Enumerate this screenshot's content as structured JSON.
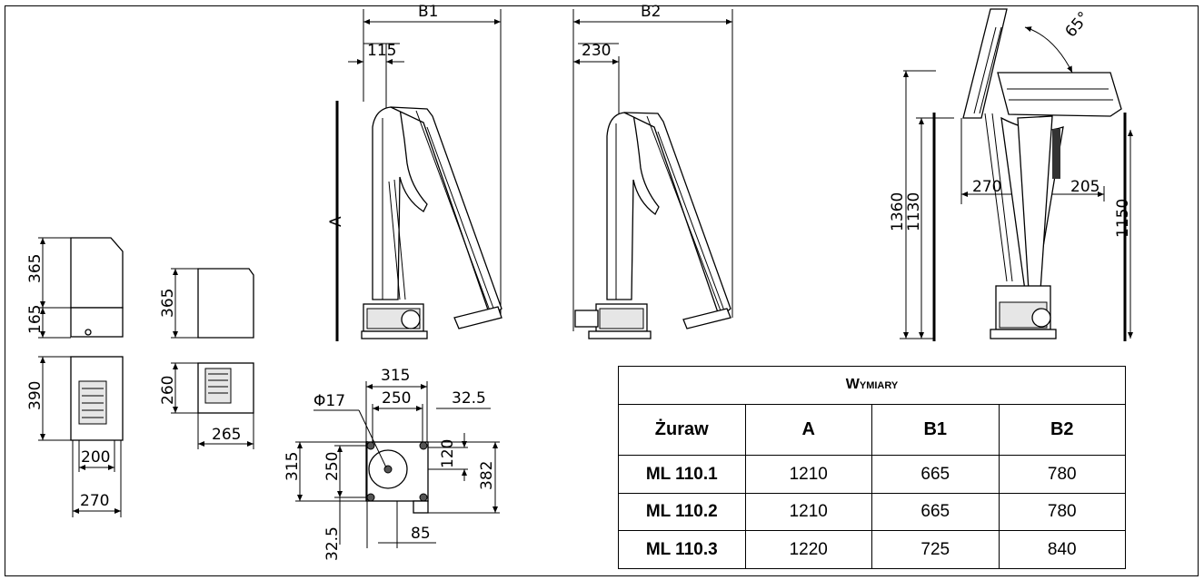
{
  "labels": {
    "b1": "B1",
    "b2": "B2",
    "a": "A",
    "d115": "115",
    "d230": "230",
    "angle": "65°",
    "d1360": "1360",
    "d1130": "1130",
    "d270_side": "270",
    "d205": "205",
    "d1150": "1150",
    "box1_365": "365",
    "box1_165": "165",
    "box1_390": "390",
    "box1_200": "200",
    "box1_270": "270",
    "box2_365": "365",
    "box2_260": "260",
    "box2_265": "265",
    "base_315_top": "315",
    "base_250_top": "250",
    "base_325_top": "32.5",
    "base_phi": "Φ17",
    "base_315_left": "315",
    "base_250_left": "250",
    "base_120": "120",
    "base_382": "382",
    "base_325_bottom": "32.5",
    "base_85": "85"
  },
  "table": {
    "title": "Wymiary",
    "headers": [
      "Żuraw",
      "A",
      "B1",
      "B2"
    ],
    "rows": [
      {
        "name": "ML 110.1",
        "a": "1210",
        "b1": "665",
        "b2": "780"
      },
      {
        "name": "ML 110.2",
        "a": "1210",
        "b1": "665",
        "b2": "780"
      },
      {
        "name": "ML 110.3",
        "a": "1220",
        "b1": "725",
        "b2": "840"
      }
    ]
  }
}
